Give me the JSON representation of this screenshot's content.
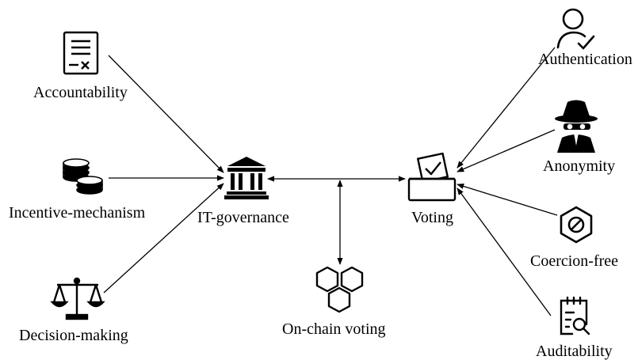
{
  "nodes": {
    "accountability": {
      "label": "Accountability",
      "icon": "document-signature-icon"
    },
    "incentive": {
      "label": "Incentive-mechanism",
      "icon": "coin-stack-icon"
    },
    "decision": {
      "label": "Decision-making",
      "icon": "balance-scale-icon"
    },
    "governance": {
      "label": "IT-governance",
      "icon": "institution-building-icon"
    },
    "onchain": {
      "label": "On-chain voting",
      "icon": "hexagon-chain-icon"
    },
    "voting": {
      "label": "Voting",
      "icon": "ballot-box-icon"
    },
    "authentication": {
      "label": "Authentication",
      "icon": "user-check-icon"
    },
    "anonymity": {
      "label": "Anonymity",
      "icon": "spy-icon"
    },
    "coercion": {
      "label": "Coercion-free",
      "icon": "prohibit-octagon-icon"
    },
    "auditability": {
      "label": "Auditability",
      "icon": "audit-search-icon"
    }
  },
  "colors": {
    "line": "#000000",
    "background": "#ffffff"
  }
}
